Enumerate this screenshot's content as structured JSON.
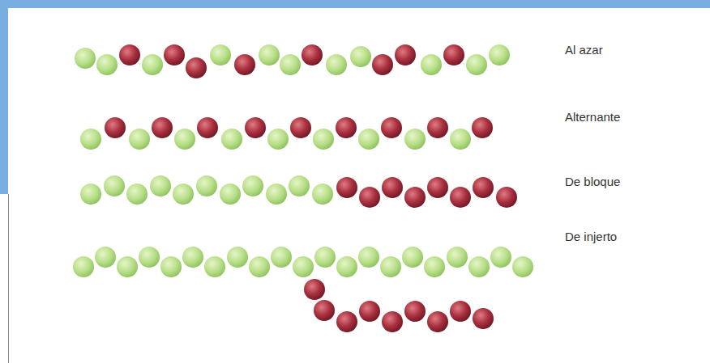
{
  "diagram": {
    "labels": [
      "Al azar",
      "Alternante",
      "De bloque",
      "De injerto"
    ]
  }
}
